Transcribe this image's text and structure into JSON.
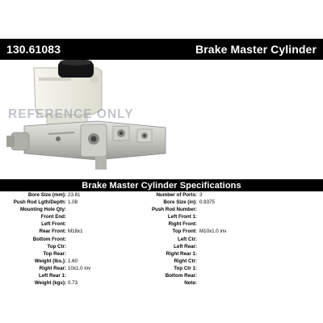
{
  "header": {
    "part_number": "130.61083",
    "title": "Brake Master Cylinder"
  },
  "watermark": "REFERENCE ONLY",
  "spec_title": "Brake Master Cylinder Specifications",
  "specs_left": [
    {
      "label": "Bore Size (mm):",
      "value": "23.81"
    },
    {
      "label": "Push Rod Lgth/Depth:",
      "value": "1.08"
    },
    {
      "label": "Mounting Hole Qty:",
      "value": ""
    },
    {
      "label": "Front End:",
      "value": ""
    },
    {
      "label": "Left Front:",
      "value": ""
    },
    {
      "label": "Rear Front:",
      "value": "M18x1"
    },
    {
      "label": "Bottom Front:",
      "value": ""
    },
    {
      "label": "Top Ctr:",
      "value": ""
    },
    {
      "label": "Top Rear:",
      "value": ""
    },
    {
      "label": "Weight (lbs.):",
      "value": "1.60"
    },
    {
      "label": "Right Rear:",
      "value": "10x1.0 inv"
    },
    {
      "label": "Left Rear 1:",
      "value": ""
    },
    {
      "label": "Weight (kgs):",
      "value": "0.73"
    }
  ],
  "specs_right": [
    {
      "label": "Number of Ports:",
      "value": "3"
    },
    {
      "label": "Bore Size (in):",
      "value": "0.9375"
    },
    {
      "label": "Push Rod Number:",
      "value": ""
    },
    {
      "label": "Left Front 1:",
      "value": ""
    },
    {
      "label": "Right Front:",
      "value": ""
    },
    {
      "label": "Top Front:",
      "value": "M10x1.0 inv"
    },
    {
      "label": "Left Ctr:",
      "value": ""
    },
    {
      "label": "Left Rear:",
      "value": ""
    },
    {
      "label": "Right Rear 1:",
      "value": ""
    },
    {
      "label": "Right Ctr:",
      "value": ""
    },
    {
      "label": "Top Ctr 1:",
      "value": ""
    },
    {
      "label": "Bottom Rear:",
      "value": ""
    },
    {
      "label": "Note:",
      "value": ""
    }
  ],
  "colors": {
    "bar": "#000000",
    "reservoir": "#eeeee0",
    "cap": "#141414",
    "body_metal": "#c9c9c4"
  }
}
